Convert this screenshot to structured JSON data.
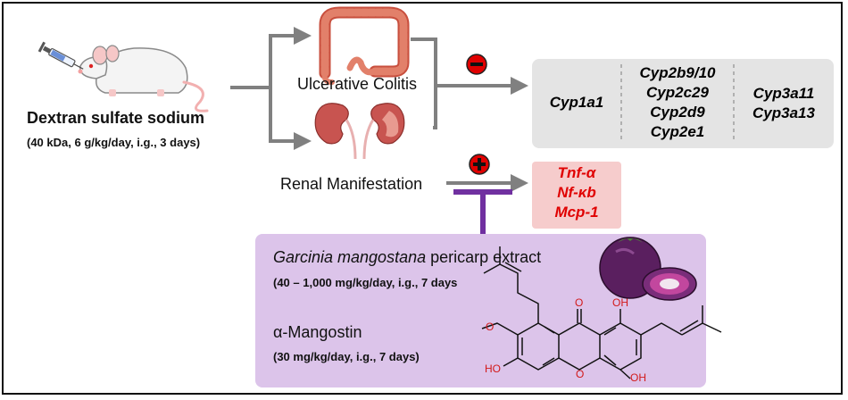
{
  "treatment": {
    "name": "Dextran sulfate sodium",
    "dose": "(40 kDa, 6 g/kg/day, i.g., 3 days)"
  },
  "outcomes": {
    "colitis": "Ulcerative Colitis",
    "renal": "Renal Manifestation"
  },
  "signs": {
    "down": "−",
    "up": "+"
  },
  "downregulated": {
    "col1": [
      "Cyp1a1"
    ],
    "col2": [
      "Cyp2b9/10",
      "Cyp2c29",
      "Cyp2d9",
      "Cyp2e1"
    ],
    "col3": [
      "Cyp3a11",
      "Cyp3a13"
    ]
  },
  "upregulated": [
    "Tnf-α",
    "Nf-κb",
    "Mcp-1"
  ],
  "intervention": {
    "extract_name_italic": "Garcinia mangostana",
    "extract_name_rest": " pericarp extract",
    "extract_dose": "(40 – 1,000 mg/kg/day, i.g., 7 days",
    "compound": "α-Mangostin",
    "compound_dose": "(30 mg/kg/day, i.g., 7 days)"
  },
  "structure_labels": {
    "oh_top": "OH",
    "oh_left": "HO",
    "oh_right": "OH",
    "carbonyl": "O",
    "ring_o": "O",
    "methoxy_o": "O"
  },
  "colors": {
    "arrow": "#808080",
    "gray_box": "#e4e4e4",
    "pink_box": "#f6cccc",
    "purple_box": "#dcc4ea",
    "inhibit": "#7030a0",
    "sign_red": "#e00000",
    "molecule_red": "#d21a1a",
    "colon": "#e2806a",
    "kidney": "#c85450"
  }
}
